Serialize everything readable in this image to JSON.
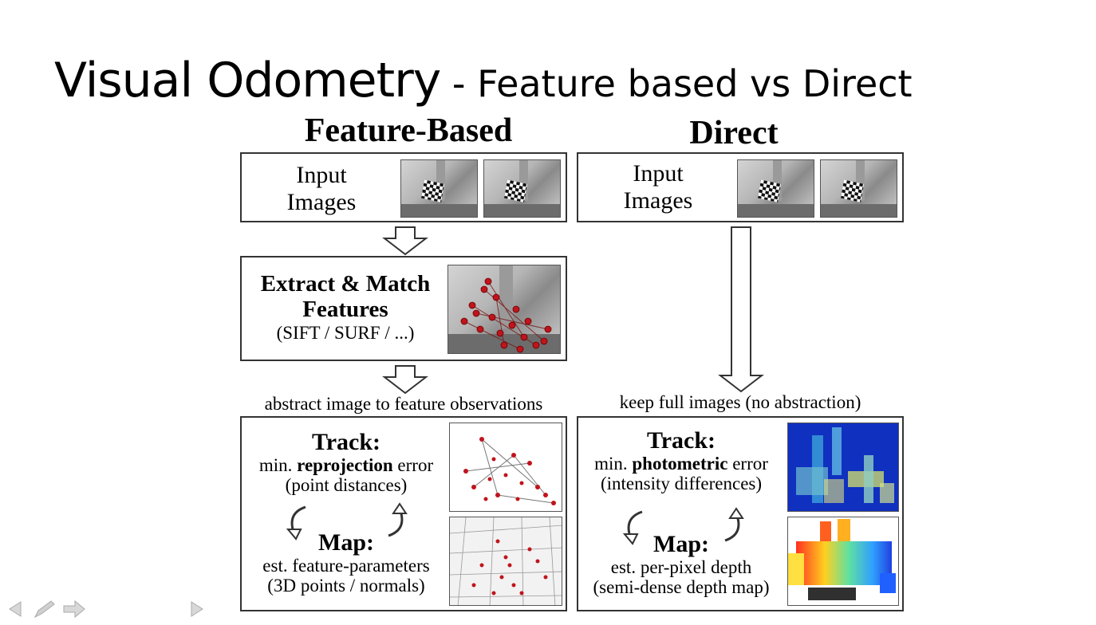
{
  "slide": {
    "title_main": "Visual Odometry",
    "title_sub": " - Feature based vs Direct"
  },
  "feature": {
    "heading": "Feature-Based",
    "input_line1": "Input",
    "input_line2": "Images",
    "extract_line1": "Extract & Match",
    "extract_line2": "Features",
    "extract_line3": "(SIFT / SURF / ...)",
    "caption": "abstract image to feature observations",
    "track_title": "Track:",
    "track_pre": "min. ",
    "track_bold": "reprojection",
    "track_post": " error",
    "track_sub": "(point distances)",
    "map_title": "Map:",
    "map_line1": "est. feature-parameters",
    "map_line2": "(3D points / normals)"
  },
  "direct": {
    "heading": "Direct",
    "input_line1": "Input",
    "input_line2": "Images",
    "caption": "keep full images (no abstraction)",
    "track_title": "Track:",
    "track_pre": "min. ",
    "track_bold": "photometric",
    "track_post": " error",
    "track_sub": "(intensity differences)",
    "map_title": "Map:",
    "map_line1": "est. per-pixel depth",
    "map_line2": "(semi-dense depth map)"
  },
  "icons": {
    "prev": "arrow-left-icon",
    "pen": "pen-icon",
    "next": "arrow-right-icon",
    "play": "play-icon"
  },
  "colors": {
    "feature_red": "#c0141c",
    "depth_blue": "#1030c0"
  }
}
